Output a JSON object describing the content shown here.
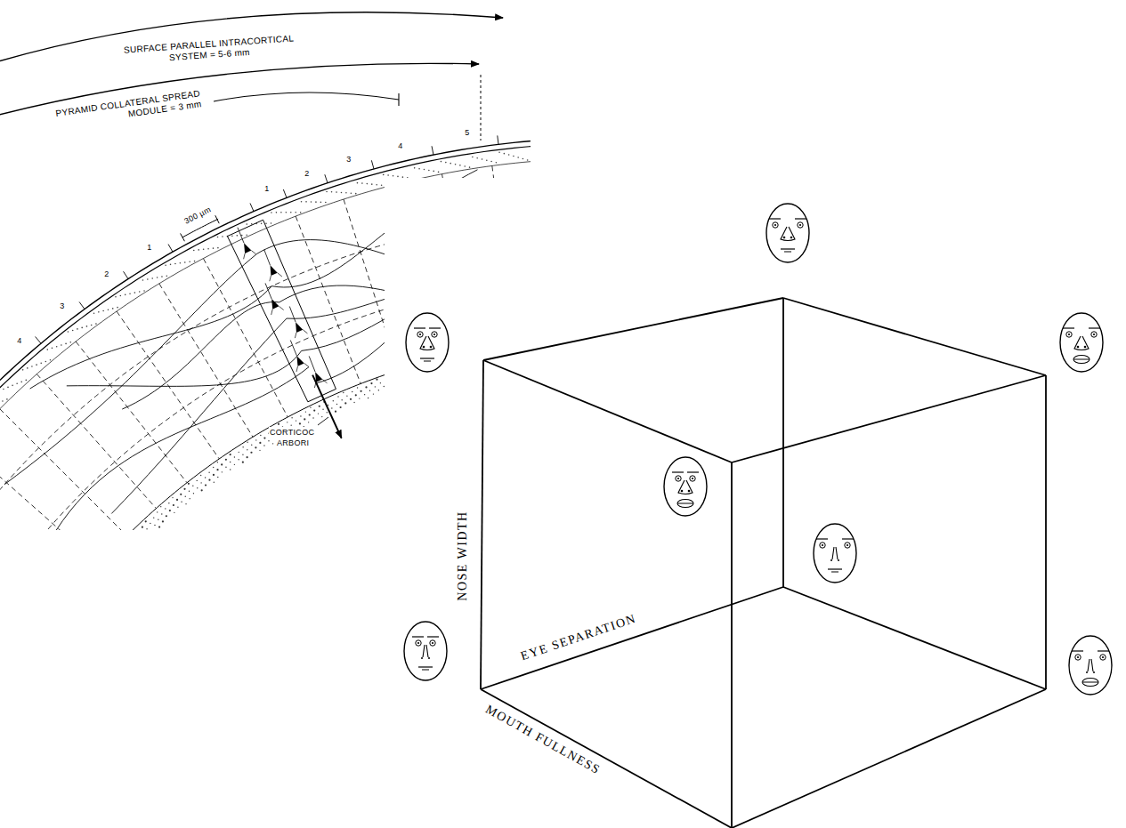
{
  "diagram": {
    "labels": [
      "SURFACE PARALLEL INTRACORTICAL SYSTEM = 5-6 mm",
      "PYRAMID COLLATERAL SPREAD MODULE = 3 mm",
      "4",
      "3",
      "2",
      "1",
      "300 µm",
      "1",
      "2",
      "3",
      "4",
      "5",
      "CORTICOC",
      "ARBORI",
      "NOSE WIDTH",
      "EYE SEPARATION",
      "MOUTH FULLNESS"
    ]
  }
}
